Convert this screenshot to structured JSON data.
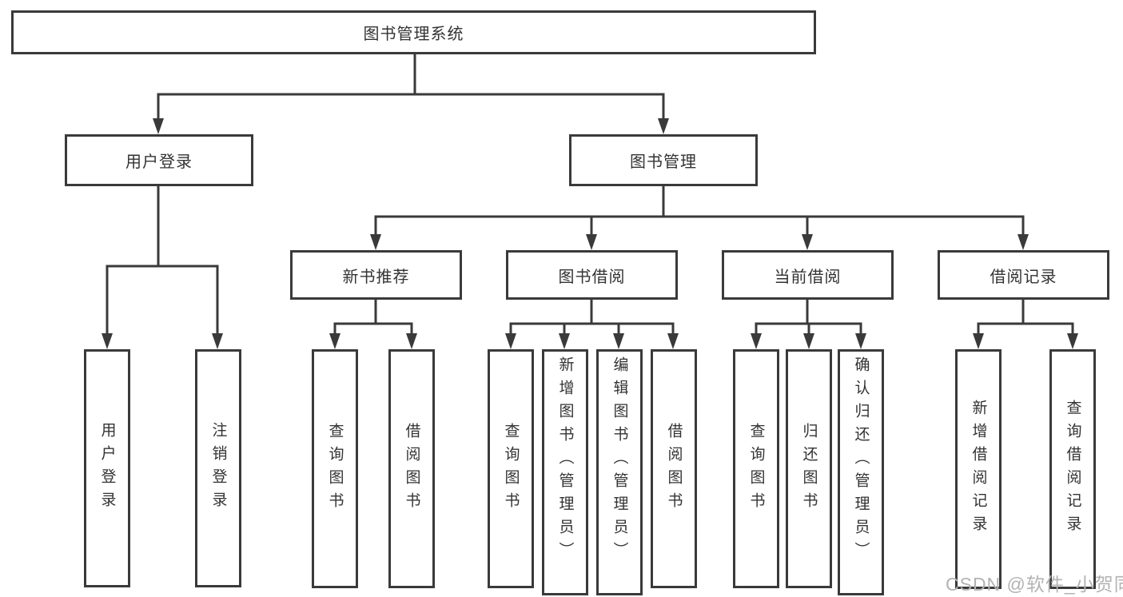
{
  "nodes": {
    "root": "图书管理系统",
    "user_login": "用户登录",
    "book_mgmt": "图书管理",
    "new_book_rec": "新书推荐",
    "book_borrow": "图书借阅",
    "current_borrow": "当前借阅",
    "borrow_records": "借阅记录",
    "leaf_user_login": "用户登录",
    "leaf_logout": "注销登录",
    "leaf_query_book_rec": "查询图书",
    "leaf_borrow_book_rec": "借阅图书",
    "leaf_query_book_borrow": "查询图书",
    "leaf_add_book_admin": "新增图书（管理员）",
    "leaf_edit_book_admin": "编辑图书（管理员）",
    "leaf_borrow_book_borrow": "借阅图书",
    "leaf_query_book_current": "查询图书",
    "leaf_return_book": "归还图书",
    "leaf_confirm_return_admin": "确认归还（管理员）",
    "leaf_add_borrow_record": "新增借阅记录",
    "leaf_query_borrow_record": "查询借阅记录"
  },
  "watermark": {
    "text": "CSDN @软件_小贺同学"
  },
  "colors": {
    "line-color": "#3a3a3a",
    "text-color": "#333333",
    "bg-color": "#ffffff",
    "watermark-color": "#b3b3b3"
  }
}
